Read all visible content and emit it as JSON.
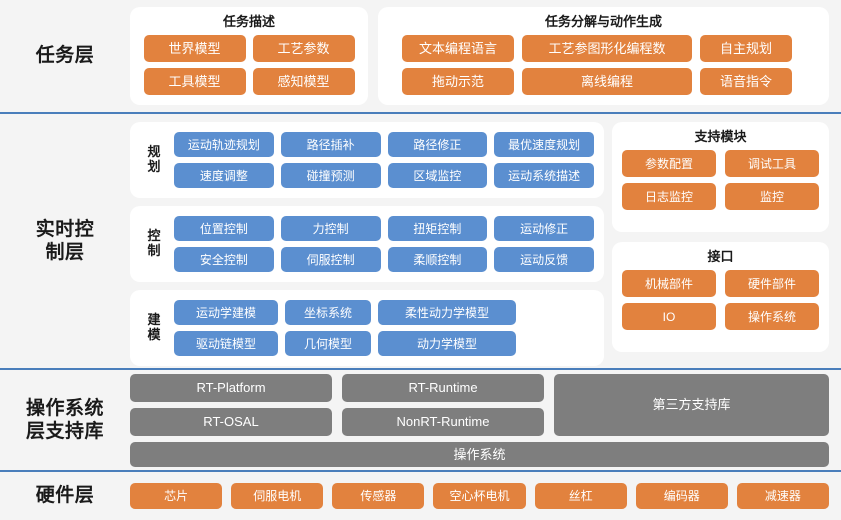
{
  "theme": {
    "orange": "#e2823e",
    "blue": "#5b8fd0",
    "gray": "#7e7e7e",
    "background": "#f4f4f4",
    "card": "#ffffff",
    "divider": "#4a7ebb"
  },
  "layers": {
    "task": {
      "title": "任务层",
      "cards": {
        "description": {
          "title": "任务描述",
          "rows": [
            [
              "世界模型",
              "工艺参数"
            ],
            [
              "工具模型",
              "感知模型"
            ]
          ]
        },
        "decomposition": {
          "title": "任务分解与动作生成",
          "rows": [
            [
              "文本编程语言",
              "工艺参图形化编程数",
              "自主规划"
            ],
            [
              "拖动示范",
              "离线编程",
              "语音指令"
            ]
          ]
        }
      }
    },
    "realtime": {
      "title": "实时控\n制层",
      "groups": [
        {
          "label": "规\n划",
          "rows": [
            [
              "运动轨迹规划",
              "路径插补",
              "路径修正",
              "最优速度规划"
            ],
            [
              "速度调整",
              "碰撞预测",
              "区域监控",
              "运动系统描述"
            ]
          ]
        },
        {
          "label": "控\n制",
          "rows": [
            [
              "位置控制",
              "力控制",
              "扭矩控制",
              "运动修正"
            ],
            [
              "安全控制",
              "伺服控制",
              "柔顺控制",
              "运动反馈"
            ]
          ]
        },
        {
          "label": "建\n模",
          "rows": [
            [
              "运动学建模",
              "坐标系统",
              "柔性动力学模型"
            ],
            [
              "驱动链模型",
              "几何模型",
              "动力学模型"
            ]
          ]
        }
      ],
      "support": {
        "title": "支持模块",
        "rows": [
          [
            "参数配置",
            "调试工具"
          ],
          [
            "日志监控",
            "监控"
          ]
        ]
      },
      "interface": {
        "title": "接口",
        "rows": [
          [
            "机械部件",
            "硬件部件"
          ],
          [
            "IO",
            "操作系统"
          ]
        ]
      }
    },
    "os": {
      "title": "操作系统\n层支持库",
      "column_a": [
        "RT-Platform",
        "RT-OSAL"
      ],
      "column_b": [
        "RT-Runtime",
        "NonRT-Runtime"
      ],
      "column_c": [
        "第三方支持库"
      ],
      "bottom": "操作系统"
    },
    "hardware": {
      "title": "硬件层",
      "items": [
        "芯片",
        "伺服电机",
        "传感器",
        "空心杯电机",
        "丝杠",
        "编码器",
        "减速器"
      ]
    }
  }
}
